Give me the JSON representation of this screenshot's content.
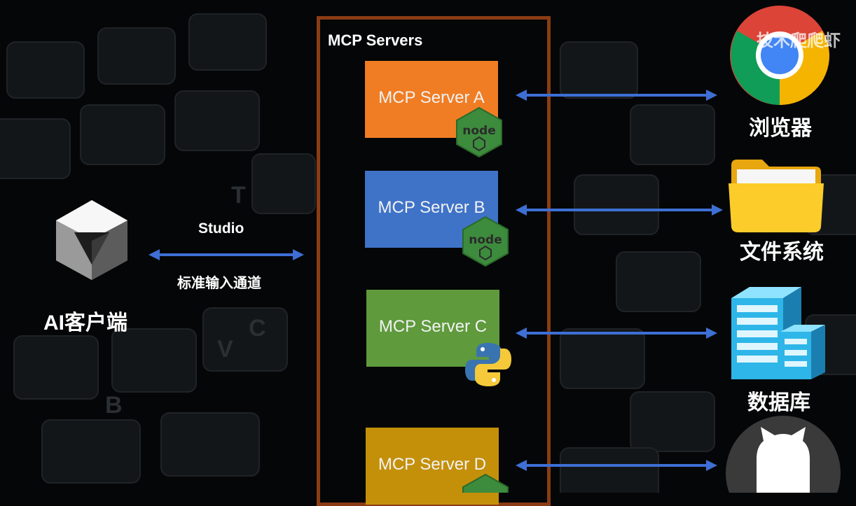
{
  "client": {
    "label": "AI客户端"
  },
  "transport": {
    "top_label": "Studio",
    "bottom_label": "标准输入通道"
  },
  "servers_group": {
    "title": "MCP Servers"
  },
  "servers": [
    {
      "label": "MCP Server A",
      "color": "#f07d24",
      "runtime_icon": "nodejs-icon"
    },
    {
      "label": "MCP Server B",
      "color": "#3f73c8",
      "runtime_icon": "nodejs-icon"
    },
    {
      "label": "MCP Server C",
      "color": "#5f9a3c",
      "runtime_icon": "python-icon"
    },
    {
      "label": "MCP Server D",
      "color": "#c4900a",
      "runtime_icon": "nodejs-icon"
    }
  ],
  "resources": [
    {
      "label": "浏览器",
      "icon": "chrome-icon"
    },
    {
      "label": "文件系统",
      "icon": "folder-icon"
    },
    {
      "label": "数据库",
      "icon": "database-server-icon"
    },
    {
      "label": "",
      "icon": "github-icon"
    }
  ],
  "watermark": "技术爬爬虾",
  "colors": {
    "arrow": "#3d6fd4",
    "frame": "#8a3c14",
    "background": "#050607"
  }
}
